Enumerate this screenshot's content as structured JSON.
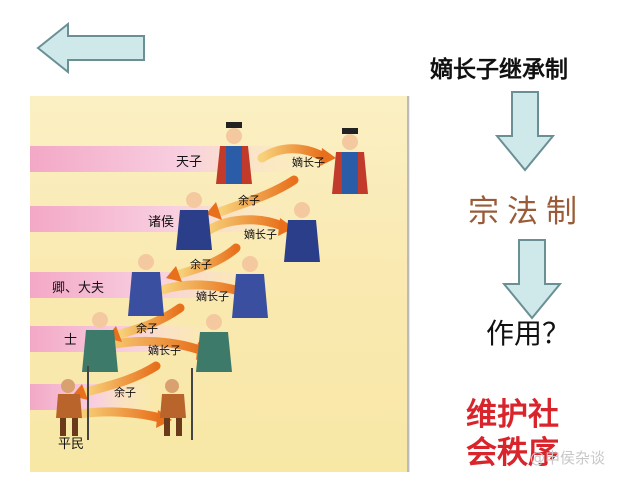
{
  "slide": {
    "title": "嫡长子继承制",
    "node_zongfa": "宗法制",
    "node_function": "作用？",
    "node_purpose_line1": "维护社",
    "node_purpose_line2": "会秩序",
    "watermark": "@申侯杂谈"
  },
  "hierarchy": {
    "levels": [
      "天子",
      "诸侯",
      "卿、大夫",
      "士",
      "平民"
    ],
    "eldest_label": "嫡长子",
    "other_sons_label": "余子"
  },
  "colors": {
    "accent_brown": "#9a5c38",
    "accent_red": "#d8242a",
    "arrow_fill": "#cfe9ea",
    "arrow_stroke": "#6a8f95",
    "band_pink": "#f6c9da",
    "band_yellow": "#fbeea6"
  }
}
